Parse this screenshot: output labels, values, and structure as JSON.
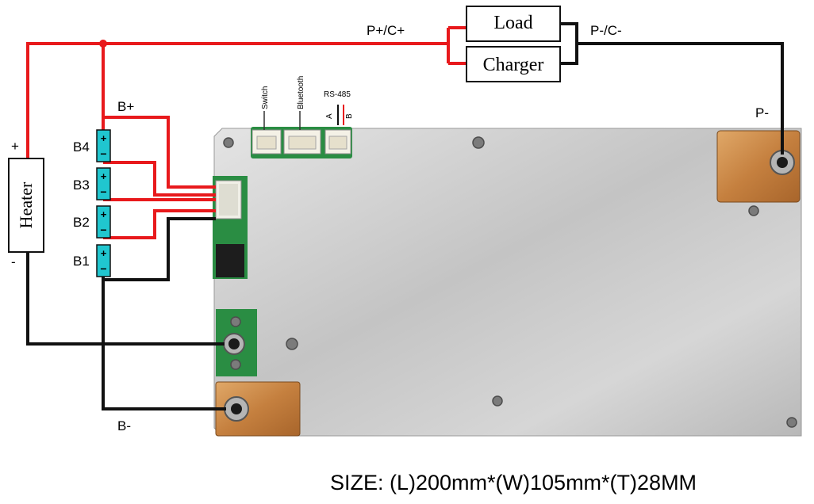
{
  "labels": {
    "p_plus": "P+/C+",
    "p_minus_c": "P-/C-",
    "load": "Load",
    "charger": "Charger",
    "p_minus": "P-",
    "b_plus": "B+",
    "b_minus": "B-",
    "heater": "Heater",
    "heater_plus": "+",
    "heater_minus": "-",
    "switch": "Switch",
    "bluetooth": "Bluetooth",
    "rs485": "RS-485",
    "rs485_a": "A",
    "rs485_b": "B"
  },
  "cells": [
    {
      "name": "B4",
      "plus": "+",
      "minus": "−"
    },
    {
      "name": "B3",
      "plus": "+",
      "minus": "−"
    },
    {
      "name": "B2",
      "plus": "+",
      "minus": "−"
    },
    {
      "name": "B1",
      "plus": "+",
      "minus": "−"
    }
  ],
  "size_caption": "SIZE: (L)200mm*(W)105mm*(T)28MM",
  "colors": {
    "positive_wire": "#e8191c",
    "negative_wire": "#111111",
    "cell_fill": "#20c6cf",
    "pcb_green": "#1f8a3b",
    "copper": "#c98a4a",
    "board_metal": "#d2d2d2"
  }
}
